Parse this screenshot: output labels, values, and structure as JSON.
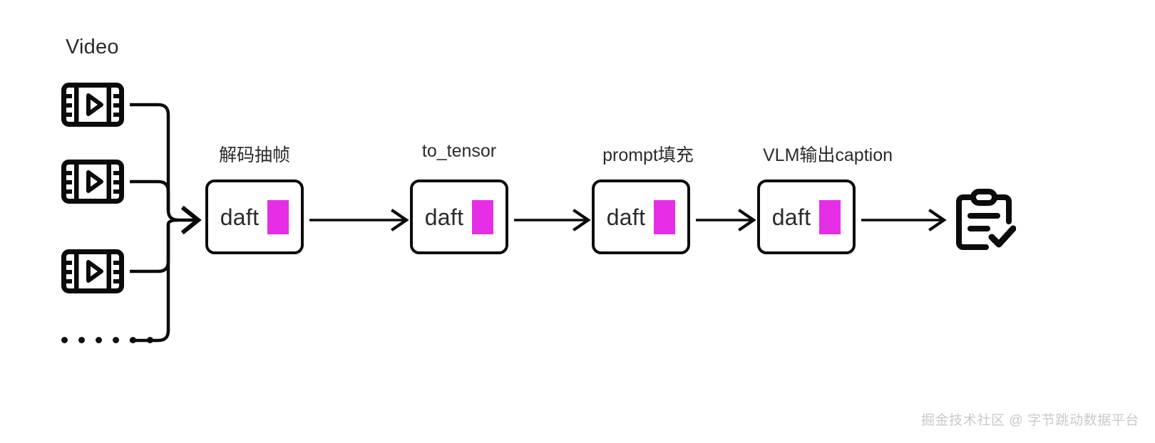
{
  "diagram": {
    "source": {
      "label": "Video",
      "icon": "film-play-icon",
      "items_count": 3,
      "ellipsis_dots": 6
    },
    "stages": [
      {
        "caption": "解码抽帧",
        "box_text": "daft",
        "mark": "magenta-block"
      },
      {
        "caption": "to_tensor",
        "box_text": "daft",
        "mark": "magenta-block"
      },
      {
        "caption": "prompt填充",
        "box_text": "daft",
        "mark": "magenta-block"
      },
      {
        "caption": "VLM输出caption",
        "box_text": "daft",
        "mark": "magenta-block"
      }
    ],
    "result": {
      "icon": "clipboard-check-icon"
    },
    "colors": {
      "accent_magenta": "#e62ee6",
      "stroke": "#0b0b0d",
      "text": "#2b2b2f",
      "watermark": "#c9c9cd",
      "background": "#ffffff"
    }
  },
  "watermark": {
    "text": "掘金技术社区 @ 字节跳动数据平台"
  }
}
